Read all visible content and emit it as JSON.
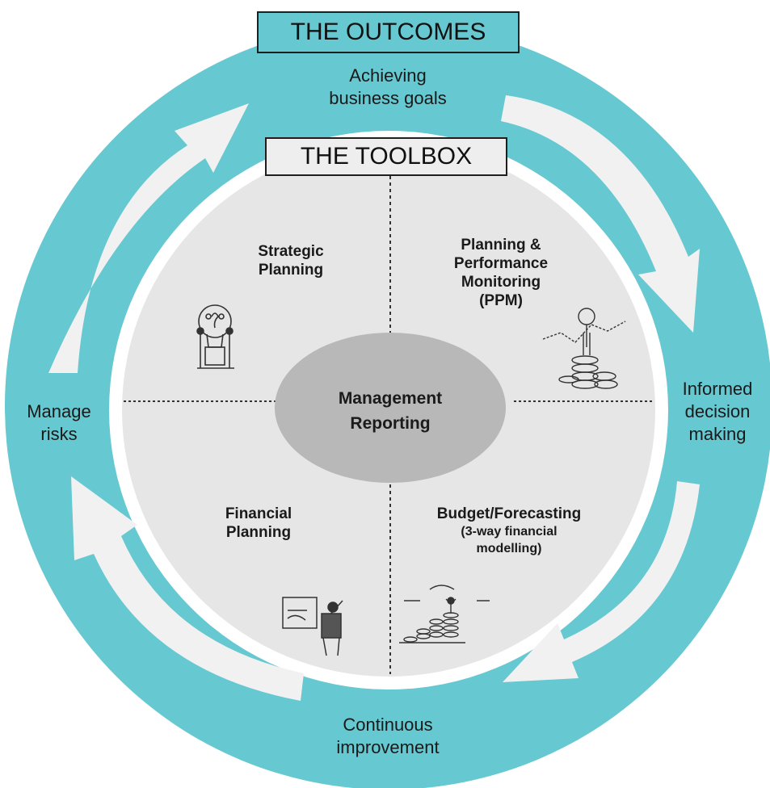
{
  "outcomes_label": "THE OUTCOMES",
  "toolbox_label": "THE TOOLBOX",
  "outcomes": {
    "top": [
      "Achieving",
      "business goals"
    ],
    "right": [
      "Informed",
      "decision",
      "making"
    ],
    "bottom": [
      "Continuous",
      "improvement"
    ],
    "left": [
      "Manage",
      "risks"
    ]
  },
  "quadrants": {
    "top_left": {
      "title": [
        "Strategic",
        "Planning"
      ],
      "icon": "lightbulb-team-icon"
    },
    "top_right": {
      "title": [
        "Planning &",
        "Performance",
        "Monitoring",
        "(PPM)"
      ],
      "icon": "magnifier-chart-icon"
    },
    "bottom_left": {
      "title": [
        "Financial",
        "Planning"
      ],
      "icon": "whiteboard-presenter-icon"
    },
    "bottom_right": {
      "title": [
        "Budget/Forecasting"
      ],
      "subtitle": [
        "(3-way financial",
        "modelling)"
      ],
      "icon": "coin-stacks-growth-icon"
    }
  },
  "center": [
    "Management",
    "Reporting"
  ],
  "colors": {
    "ring": "#66c8d0",
    "inner": "#e6e6e6",
    "center": "#b8b8b8",
    "arrow": "#f1f1f1",
    "outcomes_box": "#66c8d0",
    "toolbox_box": "#eeeeee"
  }
}
